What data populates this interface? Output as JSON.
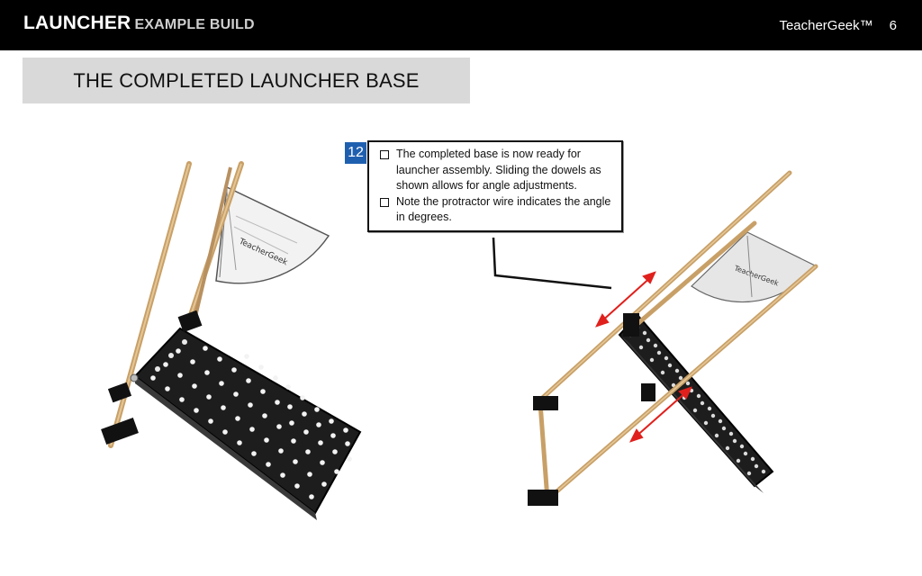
{
  "header": {
    "title_main": "LAUNCHER",
    "title_sub": "EXAMPLE BUILD",
    "brand": "TeacherGeek™",
    "page_number": "6"
  },
  "section_title": "THE COMPLETED LAUNCHER BASE",
  "step": {
    "number": "12",
    "bullets": [
      "The completed base is now ready for launcher assembly. Sliding the dowels  as shown allows for angle adjustments.",
      "Note the protractor wire indicates the angle in degrees."
    ]
  },
  "colors": {
    "header_bg": "#000000",
    "title_bg": "#d9d9d9",
    "step_badge": "#1f5fb0",
    "arrow": "#e0201c"
  }
}
